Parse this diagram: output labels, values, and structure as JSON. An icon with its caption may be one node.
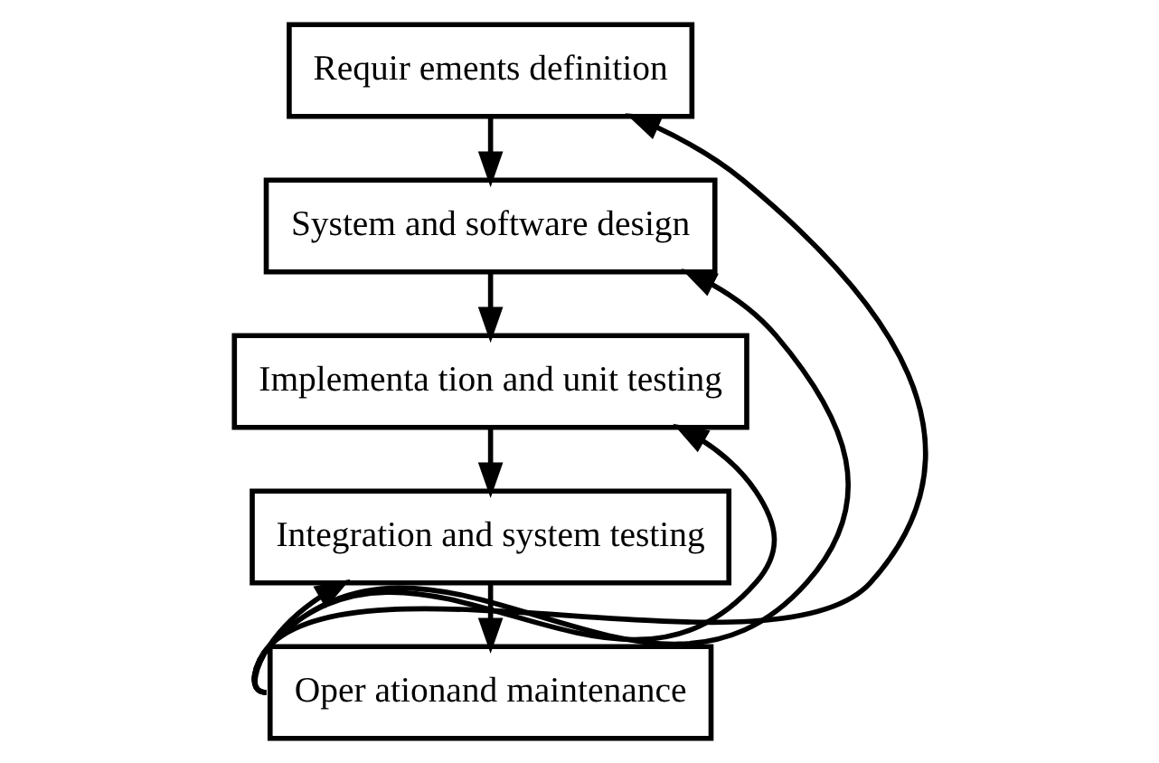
{
  "diagram": {
    "nodes": [
      {
        "text": [
          "Requir ements definition"
        ]
      },
      {
        "text": [
          "System and software design"
        ]
      },
      {
        "text": [
          "Implementa tion and unit testing"
        ]
      },
      {
        "text": [
          "Integration and system testing"
        ]
      },
      {
        "text": [
          "Oper ationand maintenance"
        ]
      }
    ],
    "edges": [
      {
        "from": 0,
        "to": 1,
        "arrow": "to"
      },
      {
        "from": 1,
        "to": 2,
        "arrow": "to"
      },
      {
        "from": 2,
        "to": 3,
        "arrow": "to"
      },
      {
        "from": 3,
        "to": 4,
        "arrow": "to"
      },
      {
        "from": 4,
        "to": 3,
        "arrow": "to"
      },
      {
        "from": 4,
        "to": 2,
        "arrow": "to"
      },
      {
        "from": 4,
        "to": 1,
        "arrow": "to"
      },
      {
        "from": 4,
        "to": 0,
        "arrow": "to"
      }
    ]
  }
}
